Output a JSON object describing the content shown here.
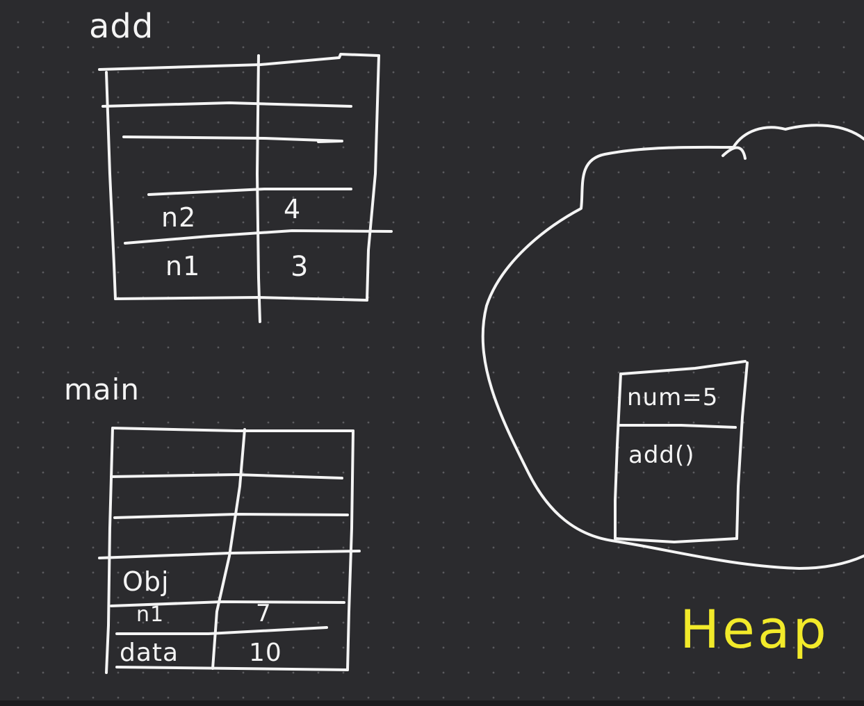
{
  "stack": {
    "add_frame": {
      "title": "add",
      "rows": [
        {
          "name": "n2",
          "value": "4"
        },
        {
          "name": "n1",
          "value": "3"
        }
      ]
    },
    "main_frame": {
      "title": "main",
      "rows": [
        {
          "name": "Obj",
          "value": ""
        },
        {
          "name": "n1",
          "value": "7"
        },
        {
          "name": "data",
          "value": "10"
        }
      ]
    }
  },
  "heap": {
    "title": "Heap",
    "title_color": "#f2ea2a",
    "object": {
      "field": "num=5",
      "method": "add()"
    }
  },
  "colors": {
    "background": "#2b2b2e",
    "ink": "#f4f4f4"
  }
}
